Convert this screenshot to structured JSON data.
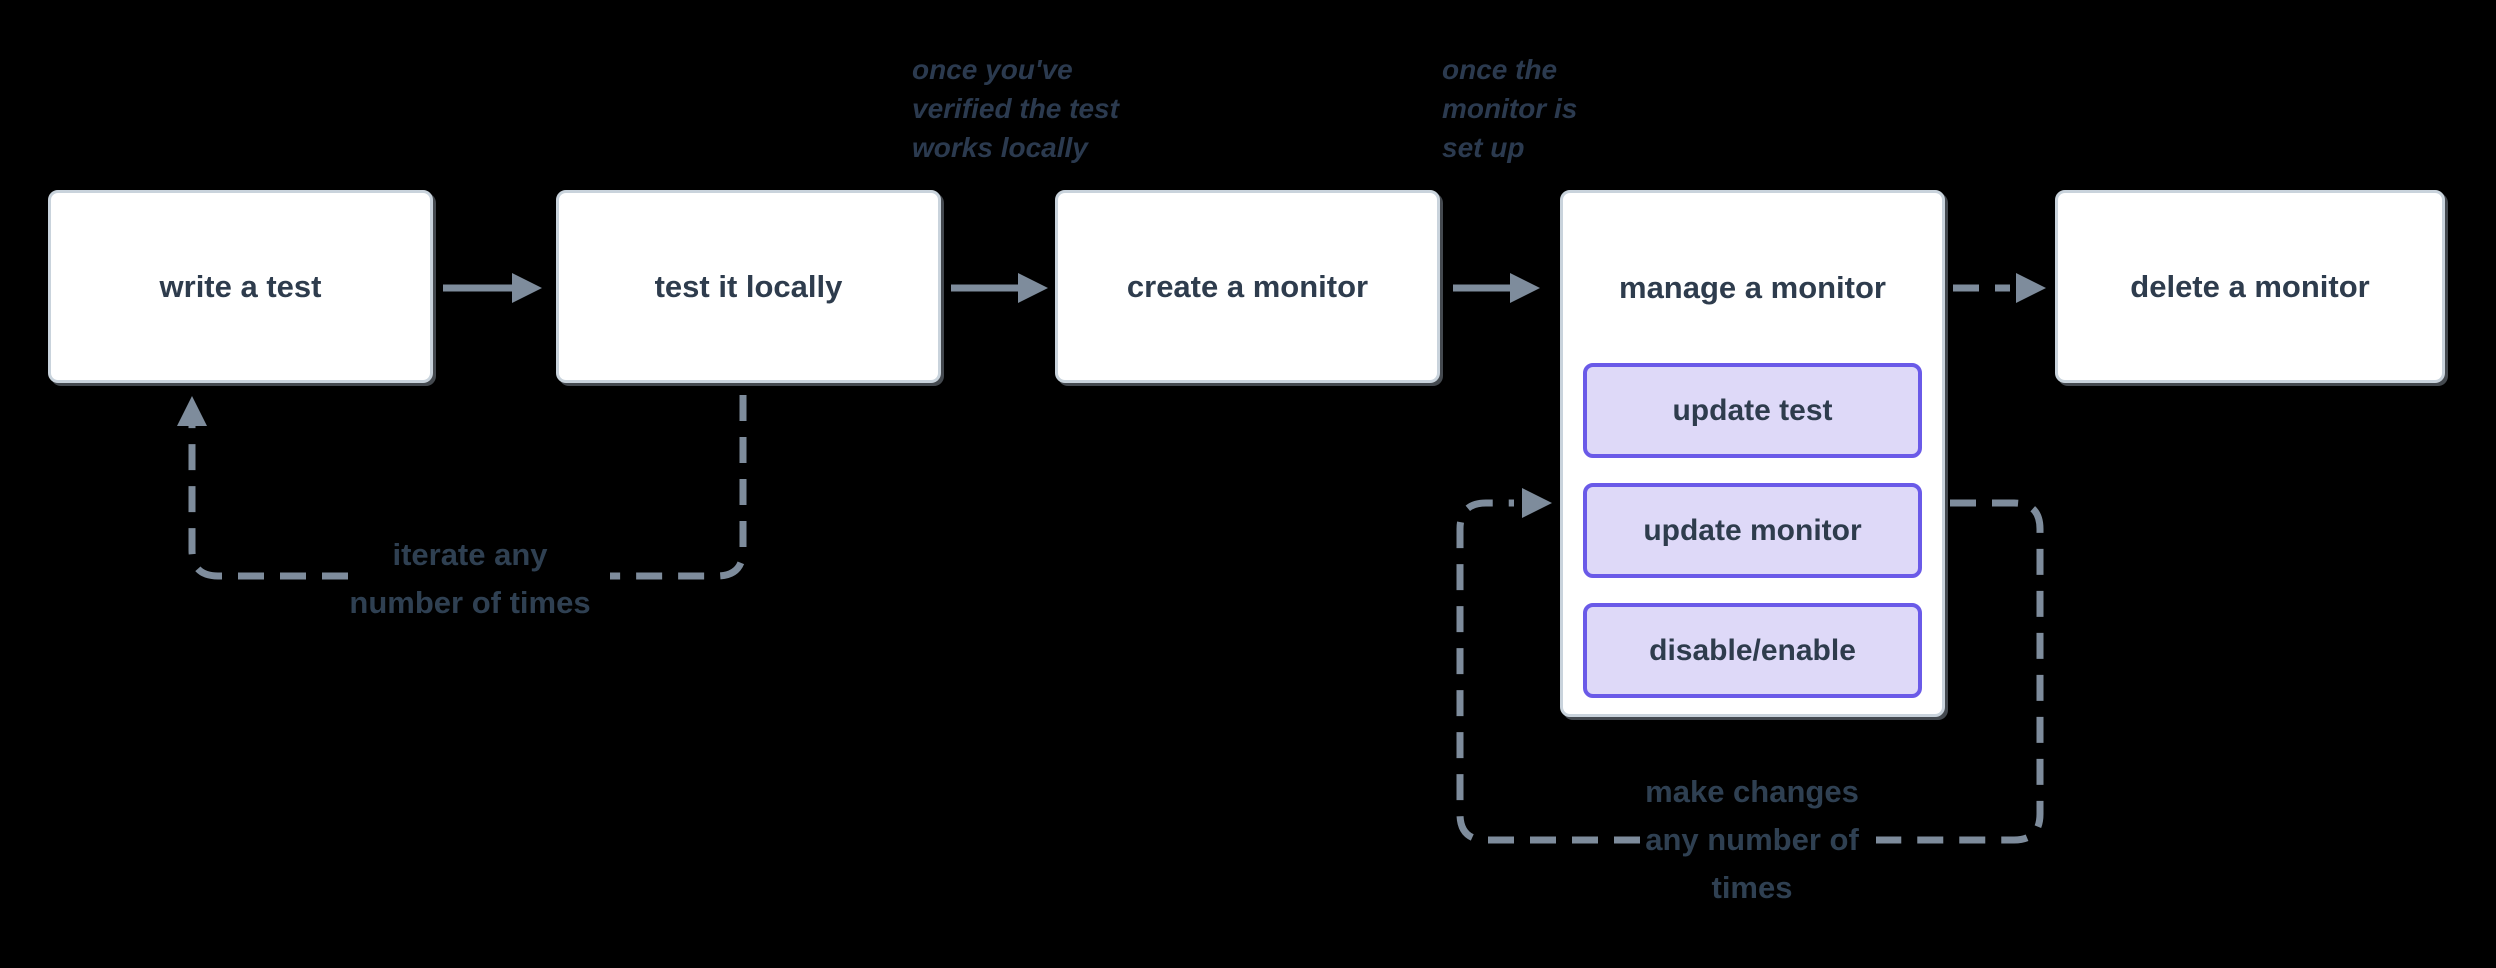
{
  "nodes": [
    {
      "label": "write a test"
    },
    {
      "label": "test it locally"
    },
    {
      "label": "create a monitor"
    },
    {
      "label": "manage a monitor"
    },
    {
      "label": "delete a monitor"
    }
  ],
  "manage_actions": [
    {
      "label": "update test"
    },
    {
      "label": "update monitor"
    },
    {
      "label": "disable/enable"
    }
  ],
  "annotations": {
    "verified": {
      "lines": [
        "once you've",
        "verified the test",
        "works locally"
      ]
    },
    "setup": {
      "lines": [
        "once the",
        "monitor is",
        "set up"
      ]
    }
  },
  "loops": {
    "iterate": {
      "lines": [
        "iterate any",
        "number of times"
      ]
    },
    "make_changes": {
      "lines": [
        "make changes",
        "any number of",
        "times"
      ]
    }
  },
  "colors": {
    "background": "#000000",
    "node_fill": "#ffffff",
    "node_border": "#c9d3dc",
    "node_text": "#2e3c4d",
    "action_fill": "#ded9f8",
    "action_border": "#6a5ae8",
    "connector": "#7e8c9c",
    "annotation_text": "#2b3a4f",
    "loop_text": "#2f4052"
  }
}
